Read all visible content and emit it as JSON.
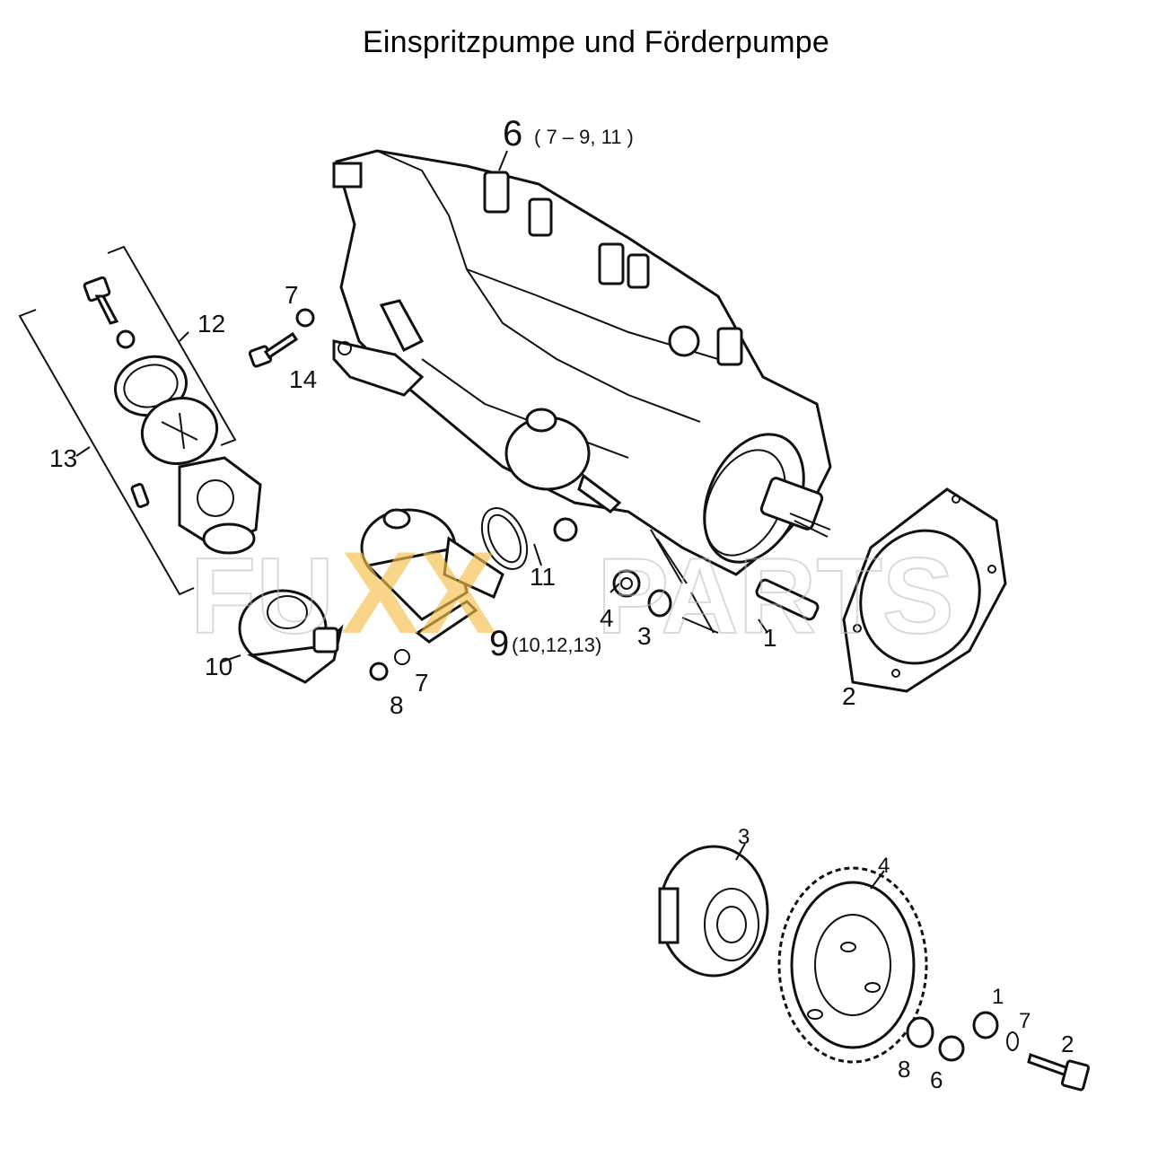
{
  "title": "Einspritzpumpe und Förderpumpe",
  "watermark": {
    "left": "FU",
    "xx": "XX",
    "right": "PARTS",
    "accent_color": "#f5c04a"
  },
  "labels": {
    "p6": "6",
    "p6_sub": "( 7 – 9, 11 )",
    "p12": "12",
    "p13": "13",
    "p7a": "7",
    "p14": "14",
    "p10": "10",
    "p11": "11",
    "p9": "9",
    "p9_sub": "(10,12,13)",
    "p4": "4",
    "p3": "3",
    "p1": "1",
    "p2": "2",
    "p8": "8",
    "p7b": "7",
    "g3": "3",
    "g4": "4",
    "g1": "1",
    "g7": "7",
    "g2": "2",
    "g8": "8",
    "g6": "6"
  }
}
